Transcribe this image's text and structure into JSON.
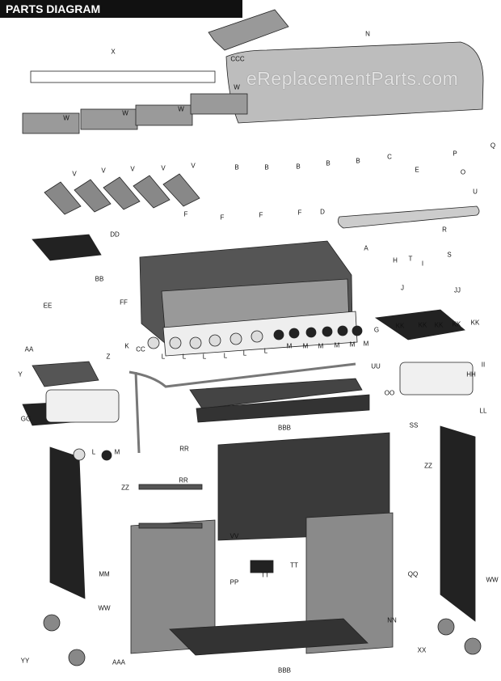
{
  "header": {
    "title": "PARTS DIAGRAM"
  },
  "watermark": "eReplacementParts.com",
  "colors": {
    "header_bg": "#111111",
    "part_dark": "#3a3a3a",
    "part_mid": "#8a8a8a",
    "part_light": "#d8d8d8"
  },
  "part_labels": [
    "X",
    "CCC",
    "N",
    "W",
    "W",
    "W",
    "W",
    "V",
    "V",
    "V",
    "V",
    "V",
    "B",
    "B",
    "B",
    "B",
    "B",
    "C",
    "E",
    "D",
    "P",
    "Q",
    "O",
    "U",
    "F",
    "F",
    "F",
    "F",
    "DD",
    "A",
    "T",
    "R",
    "S",
    "H",
    "I",
    "J",
    "JJ",
    "BB",
    "EE",
    "FF",
    "KK",
    "KK",
    "KK",
    "KK",
    "KK",
    "AA",
    "CC",
    "G",
    "Z",
    "HH",
    "K",
    "L",
    "L",
    "L",
    "L",
    "L",
    "L",
    "M",
    "M",
    "M",
    "M",
    "M",
    "M",
    "Y",
    "UU",
    "II",
    "GG",
    "OO",
    "BBB",
    "LL",
    "SS",
    "L",
    "M",
    "RR",
    "ZZ",
    "ZZ",
    "RR",
    "VV",
    "TT",
    "TT",
    "PP",
    "QQ",
    "MM",
    "WW",
    "WW",
    "NN",
    "XX",
    "YY",
    "AAA",
    "BBB"
  ]
}
